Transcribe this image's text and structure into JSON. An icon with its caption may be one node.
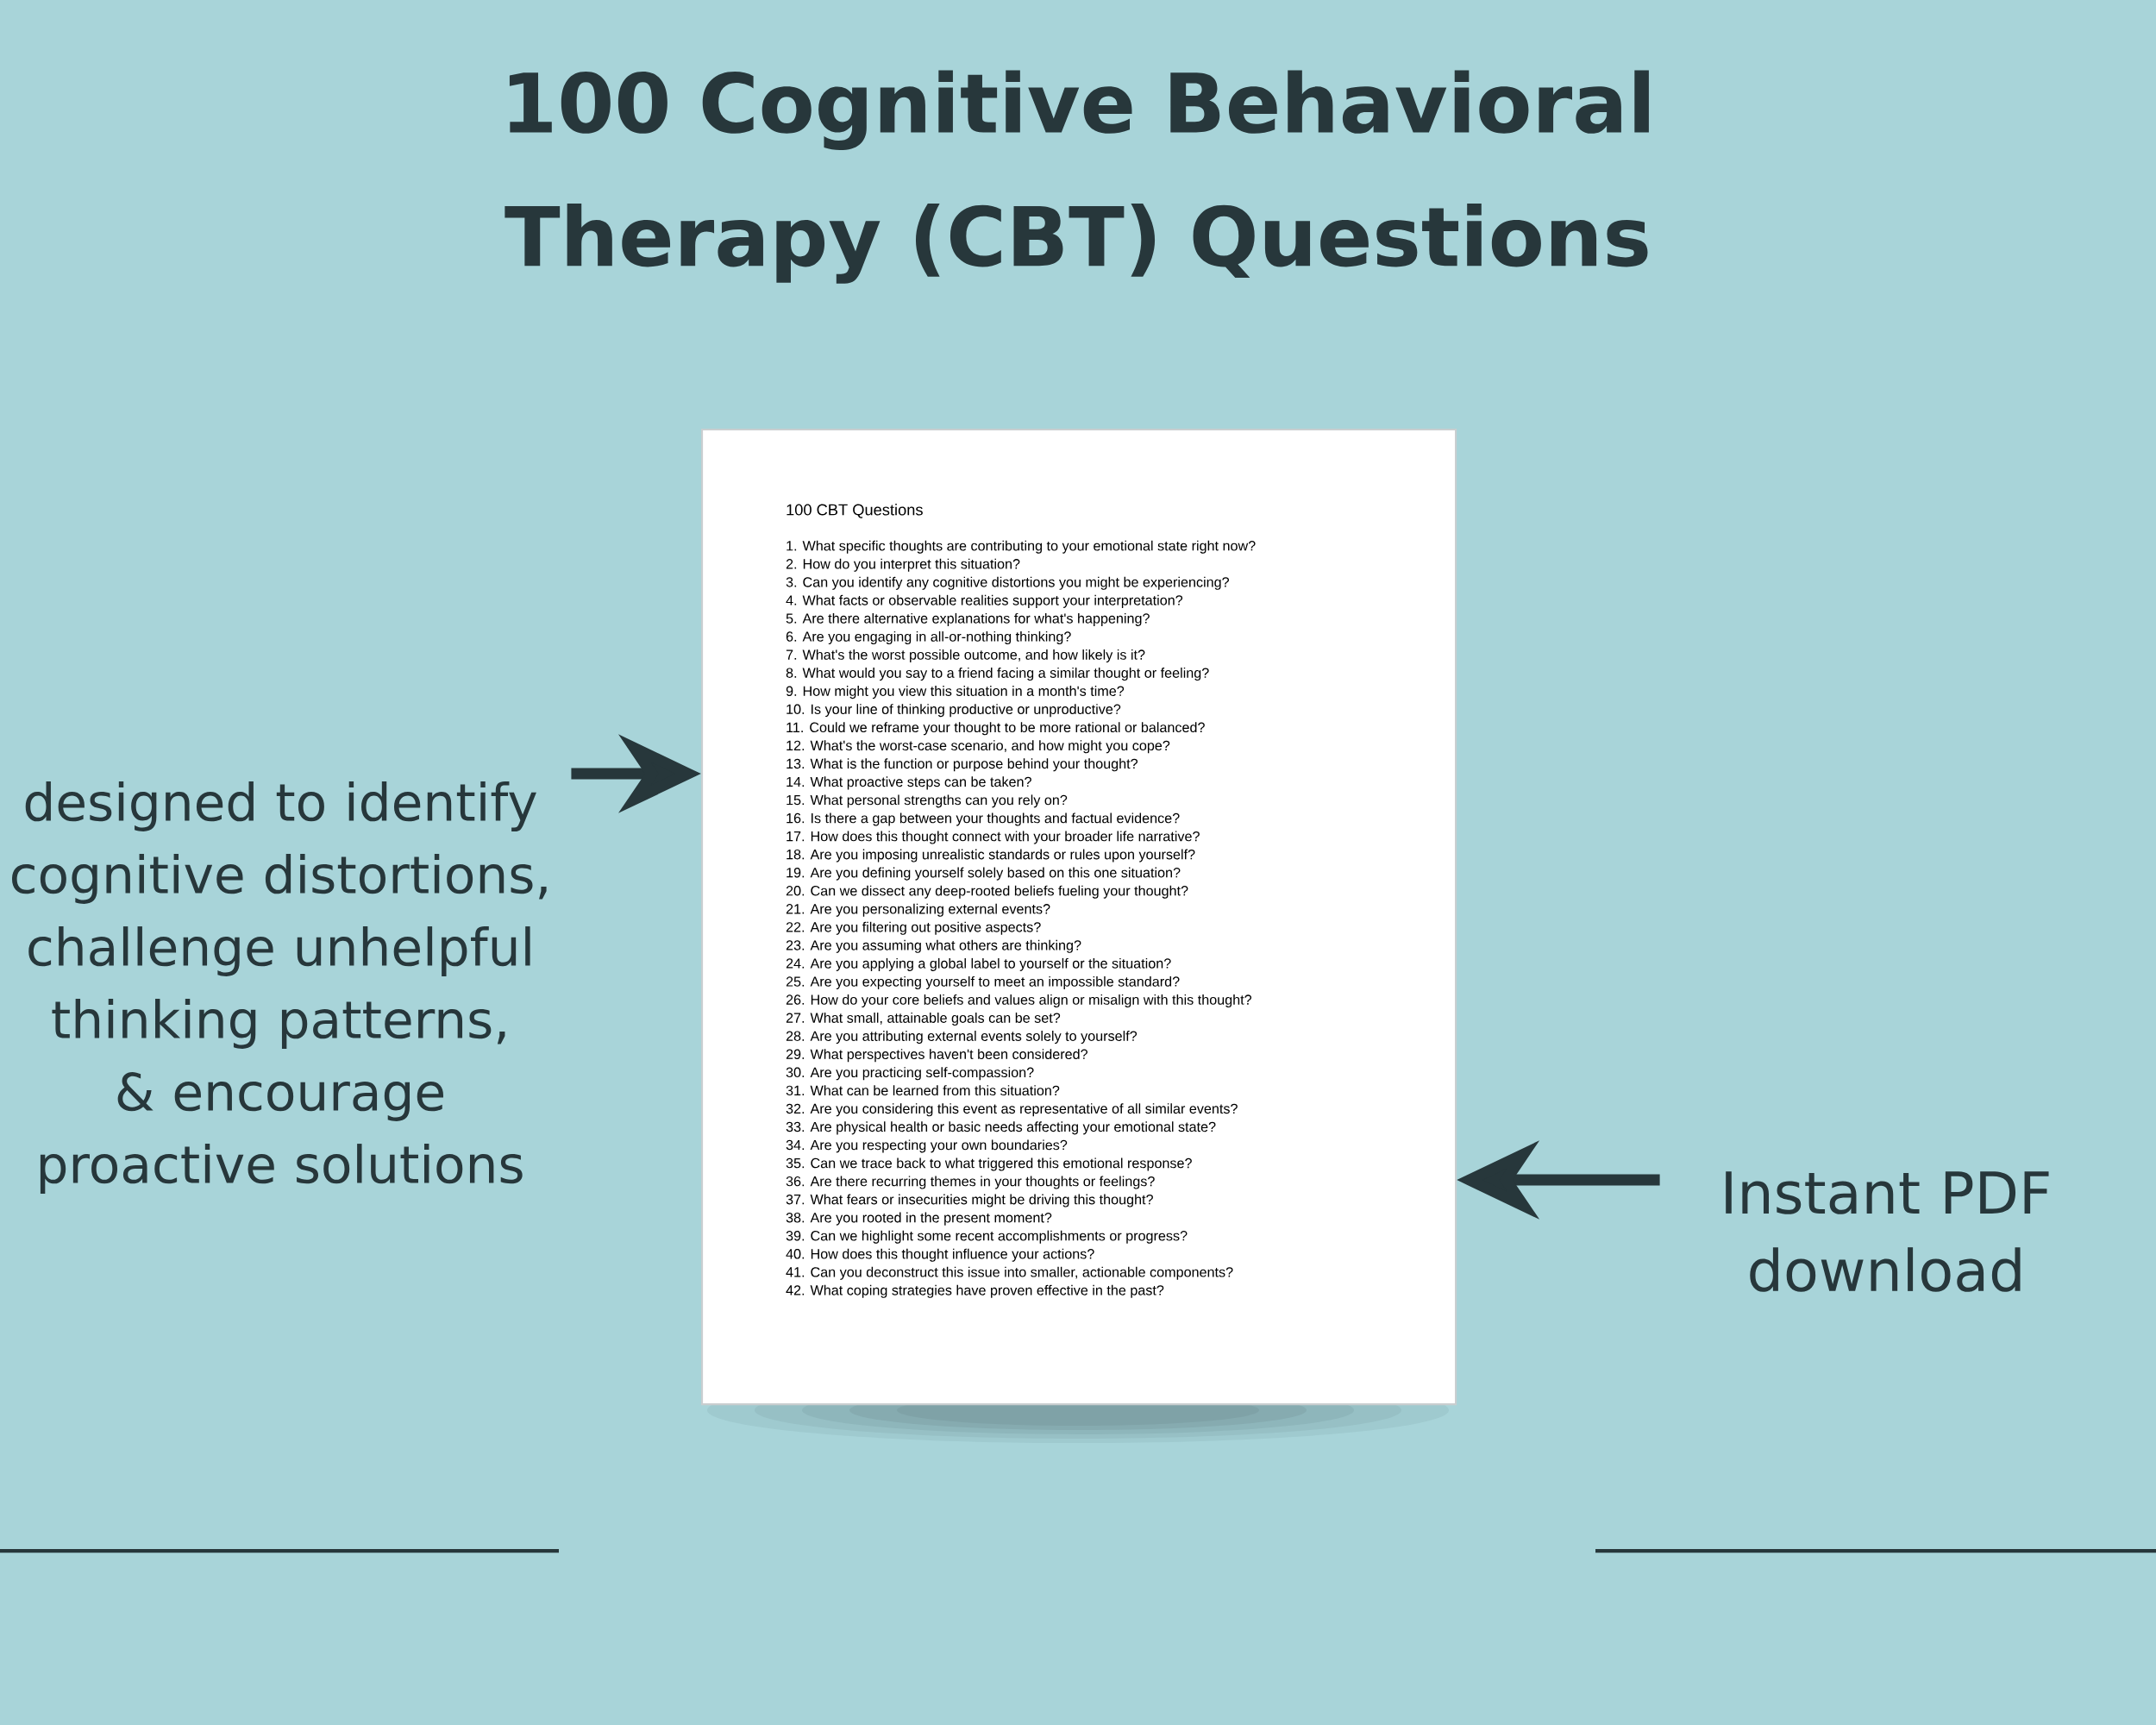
{
  "diagram": {
    "title": "100 Cognitive Behavioral Therapy (CBT) Questions",
    "nodes": [
      {
        "text": [
          "designed to identify cognitive distortions, challenge unhelpful thinking patterns, & encourage proactive solutions"
        ]
      },
      {
        "text": [
          "100 CBT Questions",
          "1. What specific thoughts are contributing to your emotional state right now?",
          "2. How do you interpret this situation?",
          "3. Can you identify any cognitive distortions you might be experiencing?",
          "4. What facts or observable realities support your interpretation?",
          "5. Are there alternative explanations for what's happening?",
          "6. Are you engaging in all-or-nothing thinking?",
          "7. What's the worst possible outcome, and how likely is it?",
          "8. What would you say to a friend facing a similar thought or feeling?",
          "9. How might you view this situation in a month's time?",
          "10. Is your line of thinking productive or unproductive?",
          "11. Could we reframe your thought to be more rational or balanced?",
          "12. What's the worst-case scenario, and how might you cope?",
          "13. What is the function or purpose behind your thought?",
          "14. What proactive steps can be taken?",
          "15. What personal strengths can you rely on?",
          "16. Is there a gap between your thoughts and factual evidence?",
          "17. How does this thought connect with your broader life narrative?",
          "18. Are you imposing unrealistic standards or rules upon yourself?",
          "19. Are you defining yourself solely based on this one situation?",
          "20. Can we dissect any deep-rooted beliefs fueling your thought?",
          "21. Are you personalizing external events?",
          "22. Are you filtering out positive aspects?",
          "23. Are you assuming what others are thinking?",
          "24. Are you applying a global label to yourself or the situation?",
          "25. Are you expecting yourself to meet an impossible standard?",
          "26. How do your core beliefs and values align or misalign with this thought?",
          "27. What small, attainable goals can be set?",
          "28. Are you attributing external events solely to yourself?",
          "29. What perspectives haven't been considered?",
          "30. Are you practicing self-compassion?",
          "31. What can be learned from this situation?",
          "32. Are you considering this event as representative of all similar events?",
          "33. Are physical health or basic needs affecting your emotional state?",
          "34. Are you respecting your own boundaries?",
          "35. Can we trace back to what triggered this emotional response?",
          "36. Are there recurring themes in your thoughts or feelings?",
          "37. What fears or insecurities might be driving this thought?",
          "38. Are you rooted in the present moment?",
          "39. Can we highlight some recent accomplishments or progress?",
          "40. How does this thought influence your actions?",
          "41. Can you deconstruct this issue into smaller, actionable components?",
          "42. What coping strategies have proven effective in the past?"
        ]
      },
      {
        "text": [
          "Instant PDF download"
        ]
      }
    ],
    "edges": [
      {
        "from": 0,
        "to": 1,
        "arrow": "to"
      },
      {
        "from": 2,
        "to": 1,
        "arrow": "to"
      }
    ]
  }
}
